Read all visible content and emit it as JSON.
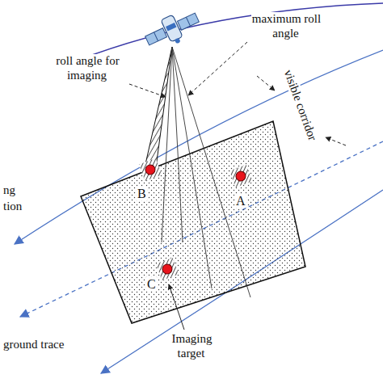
{
  "diagram": {
    "labels": [
      "roll angle for imaging",
      "maximum roll angle",
      "visible corridor",
      "ng",
      "tion",
      "B",
      "A",
      "C",
      "Imaging target",
      "ground trace"
    ]
  }
}
